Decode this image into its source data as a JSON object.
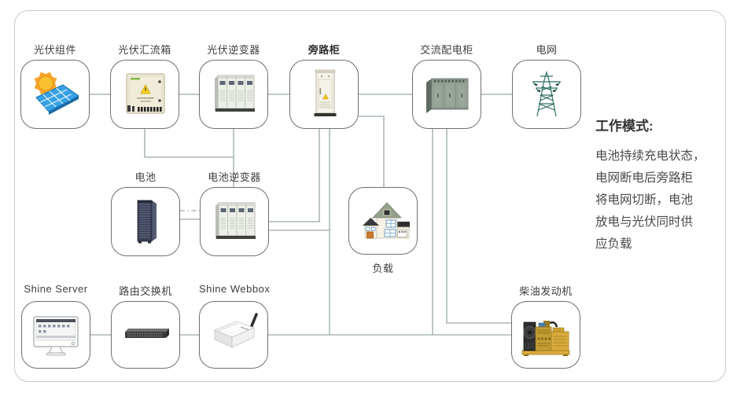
{
  "diagram": {
    "nodes": [
      {
        "id": "pv-modules",
        "label": "光伏组件"
      },
      {
        "id": "pv-combiner",
        "label": "光伏汇流箱"
      },
      {
        "id": "pv-inverter",
        "label": "光伏逆变器"
      },
      {
        "id": "bypass-cabinet",
        "label": "旁路柜"
      },
      {
        "id": "ac-distribution",
        "label": "交流配电柜"
      },
      {
        "id": "grid",
        "label": "电网"
      },
      {
        "id": "battery",
        "label": "电池"
      },
      {
        "id": "battery-inverter",
        "label": "电池逆变器"
      },
      {
        "id": "load",
        "label": "负载"
      },
      {
        "id": "shine-server",
        "label": "Shine Server"
      },
      {
        "id": "router-switch",
        "label": "路由交换机"
      },
      {
        "id": "shine-webbox",
        "label": "Shine Webbox"
      },
      {
        "id": "diesel-generator",
        "label": "柴油发动机"
      }
    ],
    "edges": [
      {
        "from": "pv-modules",
        "to": "pv-combiner",
        "style": "solid"
      },
      {
        "from": "pv-combiner",
        "to": "pv-inverter",
        "style": "solid"
      },
      {
        "from": "pv-inverter",
        "to": "bypass-cabinet",
        "style": "solid"
      },
      {
        "from": "bypass-cabinet",
        "to": "ac-distribution",
        "style": "solid"
      },
      {
        "from": "ac-distribution",
        "to": "grid",
        "style": "solid"
      },
      {
        "from": "bypass-cabinet",
        "to": "load",
        "style": "solid"
      },
      {
        "from": "pv-combiner",
        "to": "battery-inverter",
        "style": "solid"
      },
      {
        "from": "pv-inverter",
        "to": "battery-inverter",
        "style": "solid"
      },
      {
        "from": "battery",
        "to": "battery-inverter",
        "style": "dashed"
      },
      {
        "from": "battery",
        "to": "battery-inverter",
        "style": "solid"
      },
      {
        "from": "bypass-cabinet",
        "to": "battery-inverter",
        "style": "solid"
      },
      {
        "from": "bypass-cabinet",
        "to": "monitor-bus",
        "style": "solid"
      },
      {
        "from": "ac-distribution",
        "to": "monitor-bus",
        "style": "solid"
      },
      {
        "from": "ac-distribution",
        "to": "diesel-generator",
        "style": "solid"
      },
      {
        "from": "shine-server",
        "to": "router-switch",
        "style": "solid"
      },
      {
        "from": "router-switch",
        "to": "shine-webbox",
        "style": "solid"
      },
      {
        "from": "shine-webbox",
        "to": "diesel-generator",
        "style": "solid"
      }
    ]
  },
  "work_mode": {
    "title": "工作模式:",
    "lines": [
      "电池持续充电状态，",
      "电网断电后旁路柜",
      "将电网切断，电池",
      "放电与光伏同时供",
      "应负载"
    ]
  },
  "colors": {
    "wire": "#9aa7ab",
    "panel_border": "#c9c9c9",
    "label_text": "#3e3e3e",
    "generator_yellow": "#d8aa3d",
    "panel_blue": "#37a1e6",
    "grid_teal": "#2f6f62"
  }
}
